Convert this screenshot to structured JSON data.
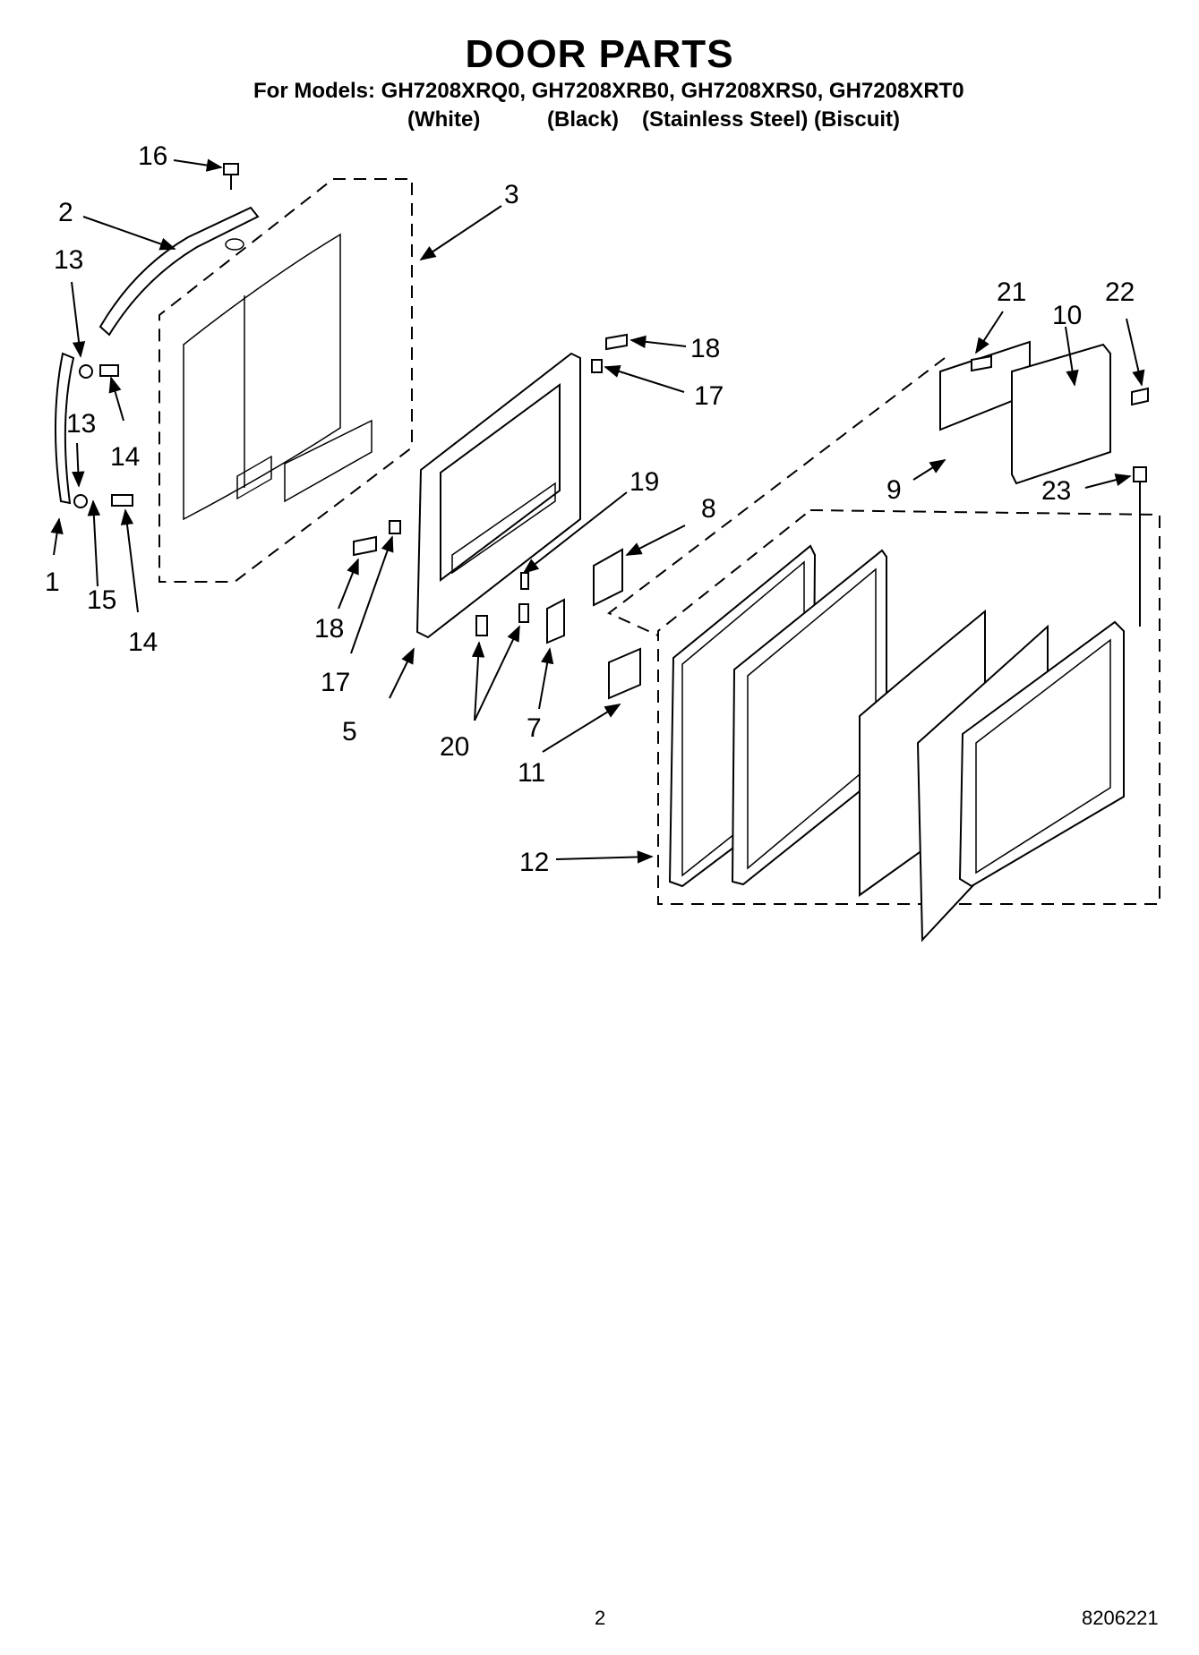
{
  "page": {
    "title": "DOOR PARTS",
    "models": "For Models: GH7208XRQ0, GH7208XRB0, GH7208XRS0, GH7208XRT0",
    "variants": [
      "(White)",
      "(Black)",
      "(Stainless Steel)",
      "(Biscuit)"
    ],
    "page_number": "2",
    "doc_number": "8206221"
  },
  "callouts": [
    "16",
    "2",
    "3",
    "13",
    "14",
    "13",
    "14",
    "15",
    "1",
    "18",
    "17",
    "19",
    "8",
    "18",
    "17",
    "5",
    "20",
    "7",
    "11",
    "12",
    "21",
    "22",
    "10",
    "9",
    "23"
  ]
}
